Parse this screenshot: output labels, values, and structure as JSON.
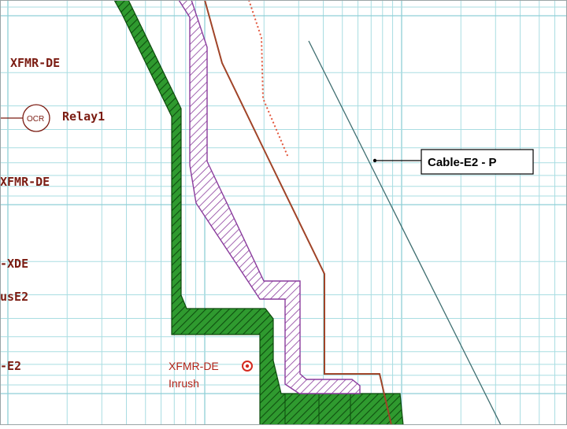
{
  "device_labels": [
    {
      "key": "xfmr1",
      "text": "XFMR-DE"
    },
    {
      "key": "relay",
      "text": "Relay1"
    },
    {
      "key": "xfmr2",
      "text": "XFMR-DE"
    },
    {
      "key": "xde",
      "text": "-XDE"
    },
    {
      "key": "buse2",
      "text": "usE2"
    },
    {
      "key": "be2",
      "text": "-E2"
    }
  ],
  "ocr_symbol": {
    "text": "OCR",
    "icon": "ocr-relay-icon"
  },
  "inrush": {
    "line1": "XFMR-DE",
    "line2": "Inrush",
    "icon": "target-point-icon"
  },
  "cable_callout": {
    "text": "Cable-E2 - P"
  },
  "colors": {
    "grid": "#a9dde2",
    "grid_major": "#8fcfd6",
    "green_band": "#2f8f2f",
    "purple_band": "#a45ab5",
    "brown_curve": "#a04428",
    "dotted_curve": "#e2553a",
    "cable_line": "#3f6e70",
    "label_red": "#7b1c12"
  }
}
